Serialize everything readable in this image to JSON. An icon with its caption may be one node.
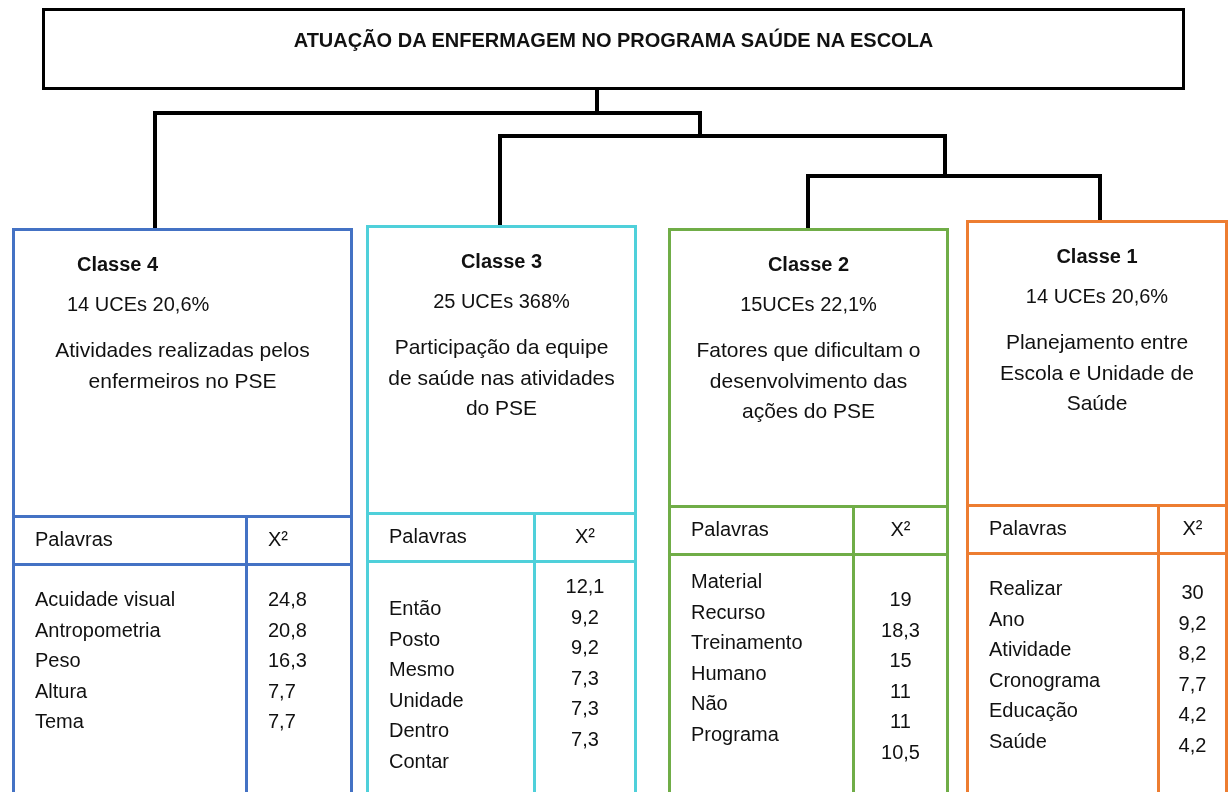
{
  "diagram": {
    "nodes": [
      {
        "text": [
          "ATUAÇÃO DA ENFERMAGEM NO PROGRAMA SAÚDE NA ESCOLA"
        ]
      },
      {
        "text": [
          "Classe 4",
          "14 UCEs 20,6%",
          "Atividades realizadas pelos enfermeiros no PSE"
        ]
      },
      {
        "text": [
          "Palavras"
        ],
        "in": 1
      },
      {
        "text": [
          "X²"
        ],
        "in": 1
      },
      {
        "text": [
          "Acuidade visual",
          "Antropometria",
          "Peso",
          "Altura",
          "Tema"
        ],
        "in": 1
      },
      {
        "text": [
          "24,8",
          "20,8",
          "16,3",
          "7,7",
          "7,7"
        ],
        "in": 1
      },
      {
        "text": [
          "Classe 3",
          "25 UCEs 368%",
          "Participação da equipe de saúde nas atividades do PSE"
        ]
      },
      {
        "text": [
          "Palavras"
        ],
        "in": 6
      },
      {
        "text": [
          "X²"
        ],
        "in": 6
      },
      {
        "text": [
          "Então",
          "Posto",
          "Mesmo",
          "Unidade",
          "Dentro",
          "Contar"
        ],
        "in": 6
      },
      {
        "text": [
          "12,1",
          "9,2",
          "9,2",
          "7,3",
          "7,3",
          "7,3"
        ],
        "in": 6
      },
      {
        "text": [
          "Classe 2",
          "15UCEs 22,1%",
          "Fatores que dificultam o desenvolvimento das ações do PSE"
        ]
      },
      {
        "text": [
          "Palavras"
        ],
        "in": 11
      },
      {
        "text": [
          "X²"
        ],
        "in": 11
      },
      {
        "text": [
          "Material",
          "Recurso",
          "Treinamento",
          "Humano",
          "Não",
          "Programa"
        ],
        "in": 11
      },
      {
        "text": [
          "19",
          "18,3",
          "15",
          "11",
          "11",
          "10,5"
        ],
        "in": 11
      },
      {
        "text": [
          "Classe 1",
          "14 UCEs 20,6%",
          "Planejamento entre Escola e Unidade de Saúde"
        ]
      },
      {
        "text": [
          "Palavras"
        ],
        "in": 16
      },
      {
        "text": [
          "X²"
        ],
        "in": 16
      },
      {
        "text": [
          "Realizar",
          "Ano",
          "Atividade",
          "Cronograma",
          "Educação",
          "Saúde"
        ],
        "in": 16
      },
      {
        "text": [
          "30",
          "9,2",
          "8,2",
          "7,7",
          "4,2",
          "4,2"
        ],
        "in": 16
      }
    ],
    "edges": [
      {
        "from": 0,
        "to": 1,
        "arrow": "none"
      },
      {
        "from": 0,
        "to": 6,
        "arrow": "none"
      },
      {
        "from": 0,
        "to": 11,
        "arrow": "none"
      },
      {
        "from": 0,
        "to": 16,
        "arrow": "none"
      }
    ]
  }
}
